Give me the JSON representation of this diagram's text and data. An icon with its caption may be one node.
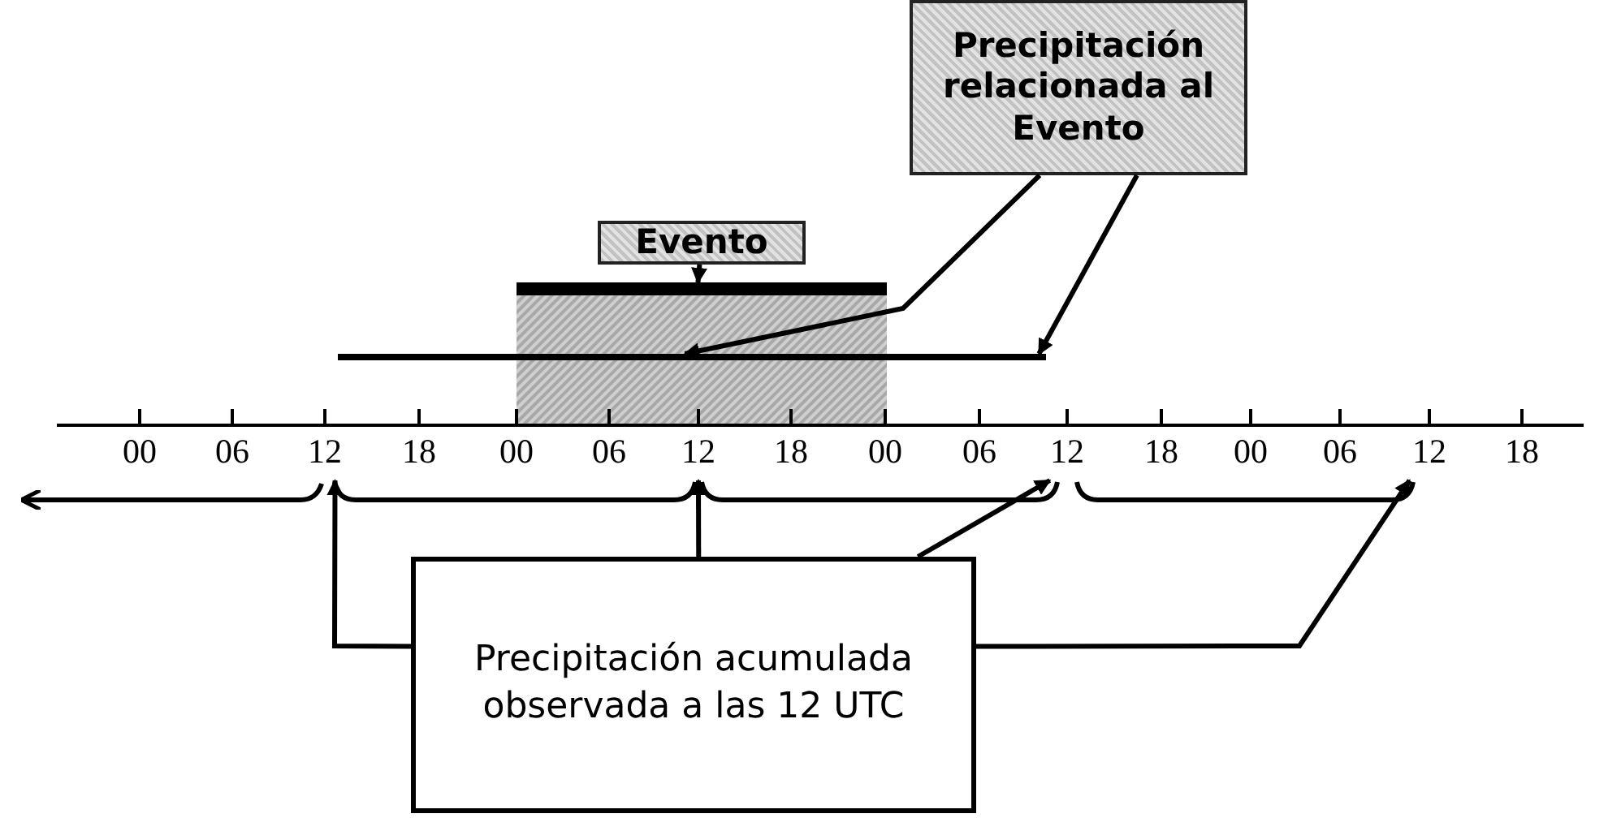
{
  "diagram": {
    "nodes": [
      {
        "text": [
          "Evento"
        ]
      },
      {
        "text": [
          "Precipitación relacionada al Evento"
        ]
      },
      {
        "text": [],
        "shape": "bar"
      },
      {
        "text": [],
        "shape": "bar"
      },
      {
        "text": [
          "Precipitación acumulada observada a las 12 UTC"
        ]
      },
      {
        "text": [],
        "shape": "bracket"
      },
      {
        "text": [],
        "shape": "bracket"
      },
      {
        "text": [],
        "shape": "bracket"
      }
    ],
    "edges": [
      {
        "from": 0,
        "to": 2,
        "arrow": "to"
      },
      {
        "from": 1,
        "to": 3,
        "arrow": "to"
      },
      {
        "from": 1,
        "to": 3,
        "arrow": "to"
      },
      {
        "from": 4,
        "to": 5,
        "arrow": "to"
      },
      {
        "from": 4,
        "to": 6,
        "arrow": "to"
      },
      {
        "from": 4,
        "to": 6,
        "arrow": "to"
      },
      {
        "from": 4,
        "to": 7,
        "arrow": "to"
      }
    ],
    "labels": [
      "00",
      "06",
      "12",
      "18",
      "00",
      "06",
      "12",
      "18",
      "00",
      "06",
      "12",
      "18",
      "00",
      "06",
      "12",
      "18"
    ]
  }
}
